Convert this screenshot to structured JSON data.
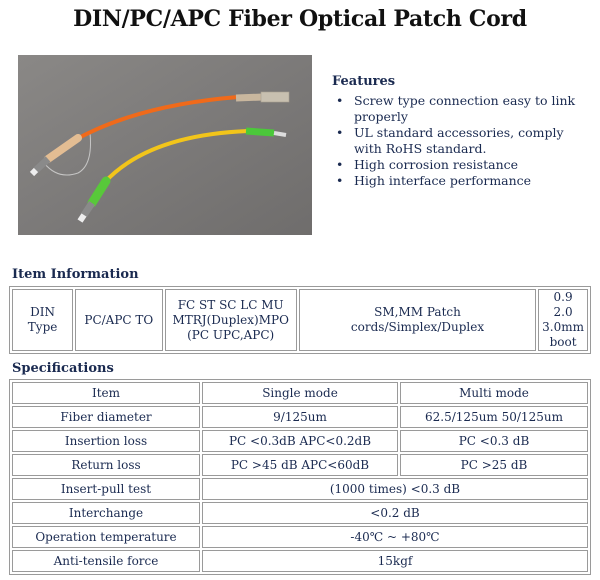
{
  "title": "DIN/PC/APC Fiber Optical Patch Cord",
  "features": {
    "heading": "Features",
    "items": [
      "Screw type connection easy to link properly",
      "UL standard accessories, comply with RoHS standard.",
      "High corrosion resistance",
      "High interface performance"
    ]
  },
  "item_information": {
    "heading": "Item Information",
    "cells": [
      "DIN Type",
      "PC/APC TO",
      "FC ST SC LC MU MTRJ(Duplex)MPO (PC UPC,APC)",
      "SM,MM Patch cords/Simplex/Duplex",
      "0.9 2.0 3.0mm boot"
    ]
  },
  "specifications": {
    "heading": "Specifications",
    "header": [
      "Item",
      "Single mode",
      "Multi mode"
    ],
    "rows_split": [
      [
        "Fiber diameter",
        "9/125um",
        "62.5/125um 50/125um"
      ],
      [
        "Insertion loss",
        "PC <0.3dB APC<0.2dB",
        "PC <0.3 dB"
      ],
      [
        "Return loss",
        "PC >45 dB APC<60dB",
        "PC >25 dB"
      ]
    ],
    "rows_merged": [
      [
        "Insert-pull test",
        "(1000 times) <0.3 dB"
      ],
      [
        "Interchange",
        "<0.2 dB"
      ],
      [
        "Operation temperature",
        "-40℃ ~ +80℃"
      ],
      [
        "Anti-tensile force",
        "15kgf"
      ]
    ]
  }
}
